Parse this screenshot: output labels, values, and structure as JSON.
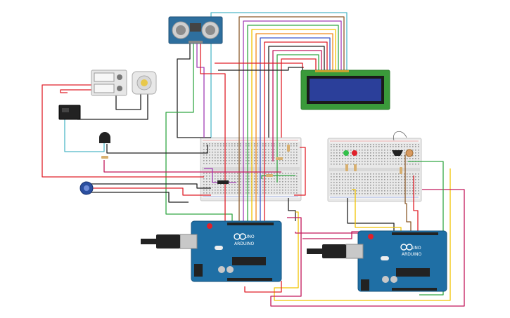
{
  "arduino_left": {
    "logo": "UNO",
    "brand": "ARDUINO"
  },
  "arduino_right": {
    "logo": "UNO",
    "brand": "ARDUINO"
  },
  "colors": {
    "red": "#e0202a",
    "black": "#222222",
    "green": "#33a845",
    "yellow": "#f0c400",
    "orange": "#f08a1c",
    "purple": "#a23db5",
    "magenta": "#c2185b",
    "cyan": "#4fb8c8",
    "blue": "#3a55c9",
    "brown": "#8b5a2b",
    "teal": "#2aa198",
    "arduino": "#1f6fa5",
    "lcd": "#2b3f9a",
    "lcd_frame": "#3a9a3a"
  }
}
